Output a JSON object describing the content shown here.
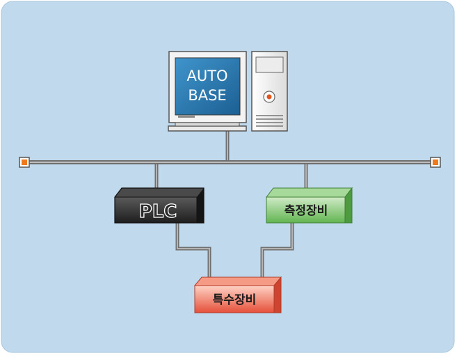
{
  "monitor": {
    "line1": "AUTO",
    "line2": "BASE"
  },
  "nodes": {
    "plc": "PLC",
    "measure": "측정장비",
    "special": "특수장비"
  },
  "colors": {
    "background": "#c0d9ec",
    "bus_line": "#7d7d7d",
    "terminator": "#f07a1a",
    "screen": "#2a7db5",
    "plc_box": "#2b2b2b",
    "measure_box": "#6dbd5e",
    "special_box": "#e7553f"
  },
  "icons": [
    "monitor-icon",
    "pc-tower-icon",
    "bus-terminator-icon"
  ]
}
